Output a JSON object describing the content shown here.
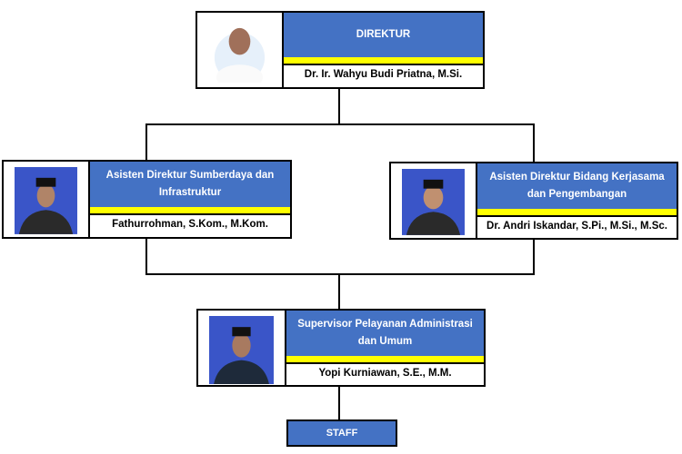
{
  "colors": {
    "header_blue": "#4472c4",
    "accent_yellow": "#ffff00"
  },
  "director": {
    "title": "DIREKTUR",
    "name": "Dr. Ir. Wahyu Budi Priatna, M.Si."
  },
  "assistant_left": {
    "title": "Asisten Direktur Sumberdaya dan Infrastruktur",
    "name": "Fathurrohman, S.Kom., M.Kom."
  },
  "assistant_right": {
    "title": "Asisten Direktur Bidang Kerjasama dan Pengembangan",
    "name": "Dr. Andri Iskandar, S.Pi., M.Si., M.Sc."
  },
  "supervisor": {
    "title": "Supervisor Pelayanan Administrasi dan Umum",
    "name": "Yopi Kurniawan, S.E., M.M."
  },
  "staff": {
    "label": "STAFF"
  }
}
